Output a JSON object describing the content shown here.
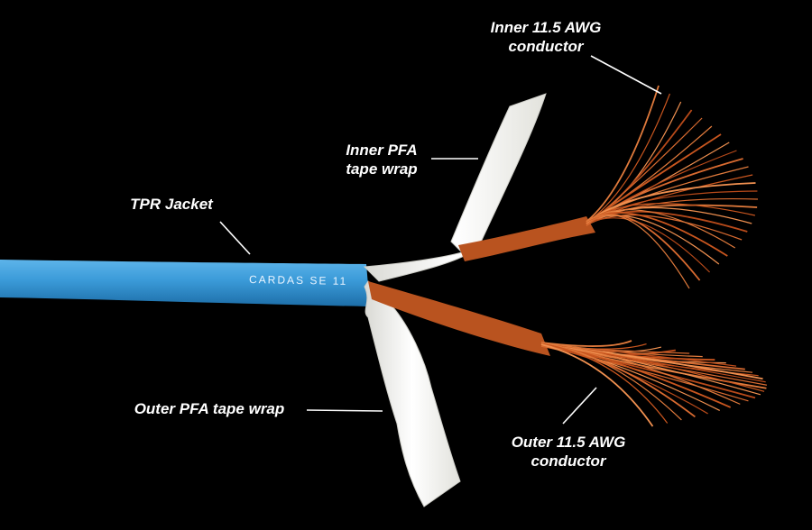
{
  "image": {
    "background": "#000000",
    "cable_print": "CARDAS SE 11"
  },
  "colors": {
    "jacket": "#3a9ad8",
    "copper": "#d4652a",
    "tape": "#f2f2ee",
    "label_text": "#ffffff"
  },
  "labels": {
    "inner_conductor": {
      "line1": "Inner 11.5 AWG",
      "line2": "conductor"
    },
    "inner_tape": {
      "line1": "Inner PFA",
      "line2": "tape wrap"
    },
    "jacket": {
      "line1": "TPR Jacket"
    },
    "outer_tape": {
      "line1": "Outer PFA tape wrap"
    },
    "outer_conductor": {
      "line1": "Outer 11.5 AWG",
      "line2": "conductor"
    }
  }
}
